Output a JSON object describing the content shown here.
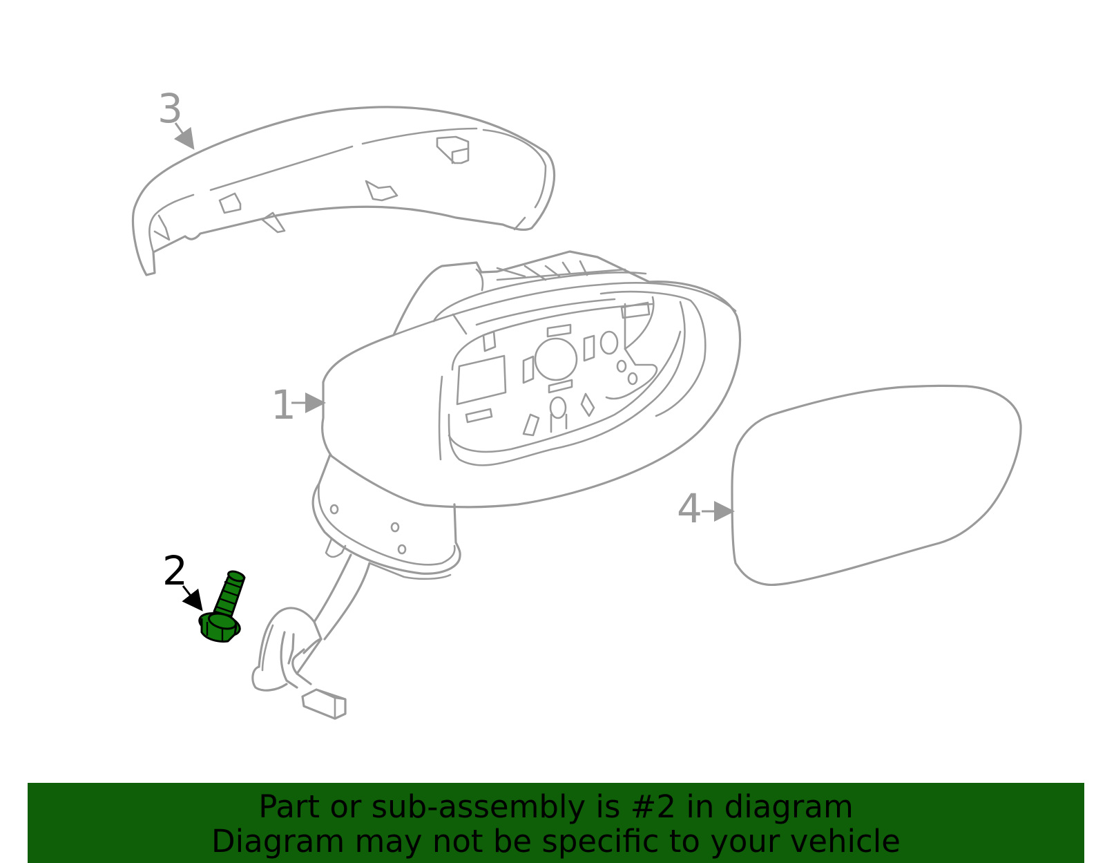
{
  "callouts": [
    {
      "number": "1",
      "highlighted": false
    },
    {
      "number": "2",
      "highlighted": true
    },
    {
      "number": "3",
      "highlighted": false
    },
    {
      "number": "4",
      "highlighted": false
    }
  ],
  "banner": {
    "line1": "Part or sub-assembly is #2 in diagram",
    "line2": "Diagram may not be specific to your vehicle"
  },
  "colors": {
    "line": "#9a9a9a",
    "highlight_part": "#127a0c",
    "banner_bg": "#0f5e08",
    "text": "#000000"
  }
}
